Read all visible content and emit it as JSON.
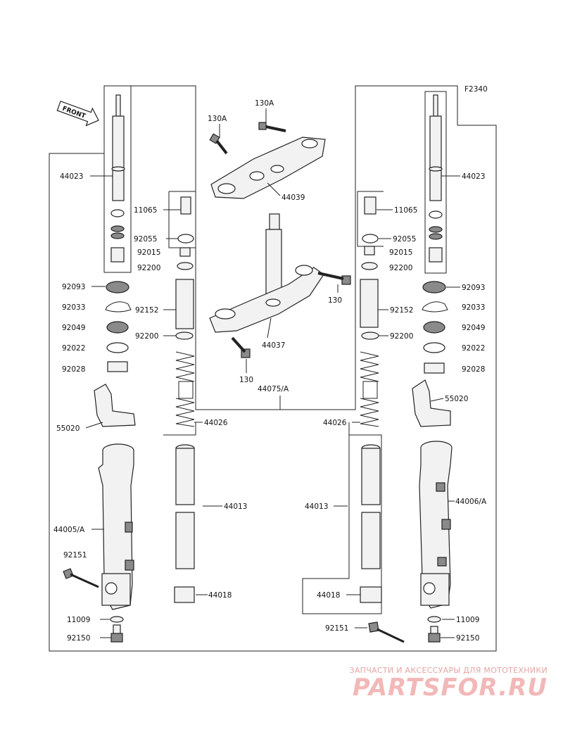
{
  "diagram_code": "F2340",
  "front_label": "FRONT",
  "watermark": {
    "tagline": "ЗАПЧАСТИ И АКСЕССУАРЫ ДЛЯ МОТОТЕХНИКИ",
    "logo": "PARTSFOR.RU"
  },
  "labels": {
    "l_44023": "44023",
    "r_44023": "44023",
    "l_11065": "11065",
    "r_11065": "11065",
    "l_92055": "92055",
    "r_92055": "92055",
    "l_92015": "92015",
    "r_92015": "92015",
    "l_92200a": "92200",
    "r_92200a": "92200",
    "l_92093": "92093",
    "r_92093": "92093",
    "l_92033": "92033",
    "r_92033": "92033",
    "l_92152": "92152",
    "r_92152": "92152",
    "l_92049": "92049",
    "r_92049": "92049",
    "l_92200b": "92200",
    "r_92200b": "92200",
    "l_92022": "92022",
    "r_92022": "92022",
    "l_92028": "92028",
    "r_92028": "92028",
    "l_55020": "55020",
    "r_55020": "55020",
    "l_44026": "44026",
    "r_44026": "44026",
    "l_44013": "44013",
    "r_44013": "44013",
    "l_44018": "44018",
    "r_44018": "44018",
    "l_44005": "44005/A",
    "r_44006": "44006/A",
    "l_92151": "92151",
    "r_92151": "92151",
    "l_11009": "11009",
    "r_11009": "11009",
    "l_92150": "92150",
    "r_92150": "92150",
    "c_130A_a": "130A",
    "c_130A_b": "130A",
    "c_44039": "44039",
    "c_130_a": "130",
    "c_44037": "44037",
    "c_130_b": "130",
    "c_44075": "44075/A"
  },
  "icons": [
    "front-arrow-icon"
  ]
}
